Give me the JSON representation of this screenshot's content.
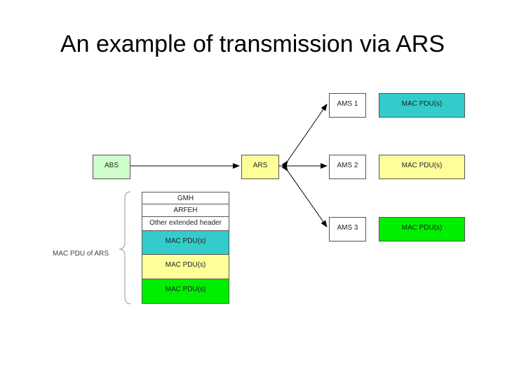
{
  "title": "An example of transmission via ARS",
  "colors": {
    "abs_fill": "#ccffcc",
    "ars_fill": "#ffff99",
    "cyan_fill": "#33cccc",
    "yellow_fill": "#ffff99",
    "green_fill": "#00ee00",
    "white_fill": "#ffffff"
  },
  "nodes": {
    "abs": "ABS",
    "ars": "ARS",
    "ams1": "AMS 1",
    "ams2": "AMS 2",
    "ams3": "AMS 3"
  },
  "payloads": {
    "ams1": "MAC PDU(s)",
    "ams2": "MAC PDU(s)",
    "ams3": "MAC PDU(s)"
  },
  "stack": {
    "label": "MAC PDU of ARS",
    "items": [
      "GMH",
      "ARFEH",
      "Other extended header",
      "MAC PDU(s)",
      "MAC PDU(s)",
      "MAC PDU(s)"
    ]
  }
}
